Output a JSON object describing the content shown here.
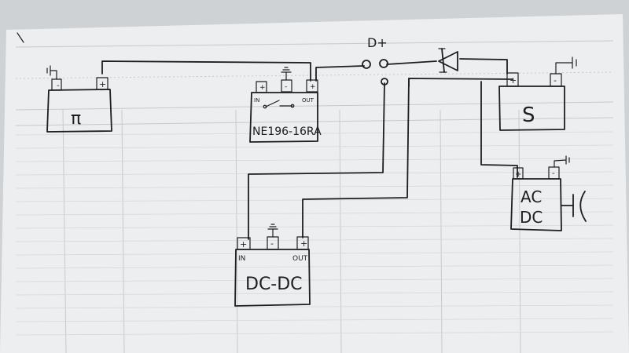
{
  "colors": {
    "paper": "#eceeef",
    "ink": "#1e1e22",
    "print": "#b7bcc0",
    "background": "#cfd2d4"
  },
  "icons": {
    "ground": "ground-icon",
    "battery_terminal": "terminal-icon",
    "diode": "diode-icon",
    "capacitor": "capacitor-icon",
    "dplus_terminal": "dplus-terminal-icon"
  },
  "labels": {
    "dplus": "D+",
    "battery_main": "π",
    "battery_s": "S",
    "ne_box": "NE196-16RA",
    "ac_top": "AC",
    "ac_bottom": "DC",
    "dcdc": "DC-DC",
    "in_ne": "IN",
    "out_ne": "OUT",
    "in_dcdc": "IN",
    "out_dcdc": "OUT",
    "minus": "-",
    "plus": "+"
  }
}
